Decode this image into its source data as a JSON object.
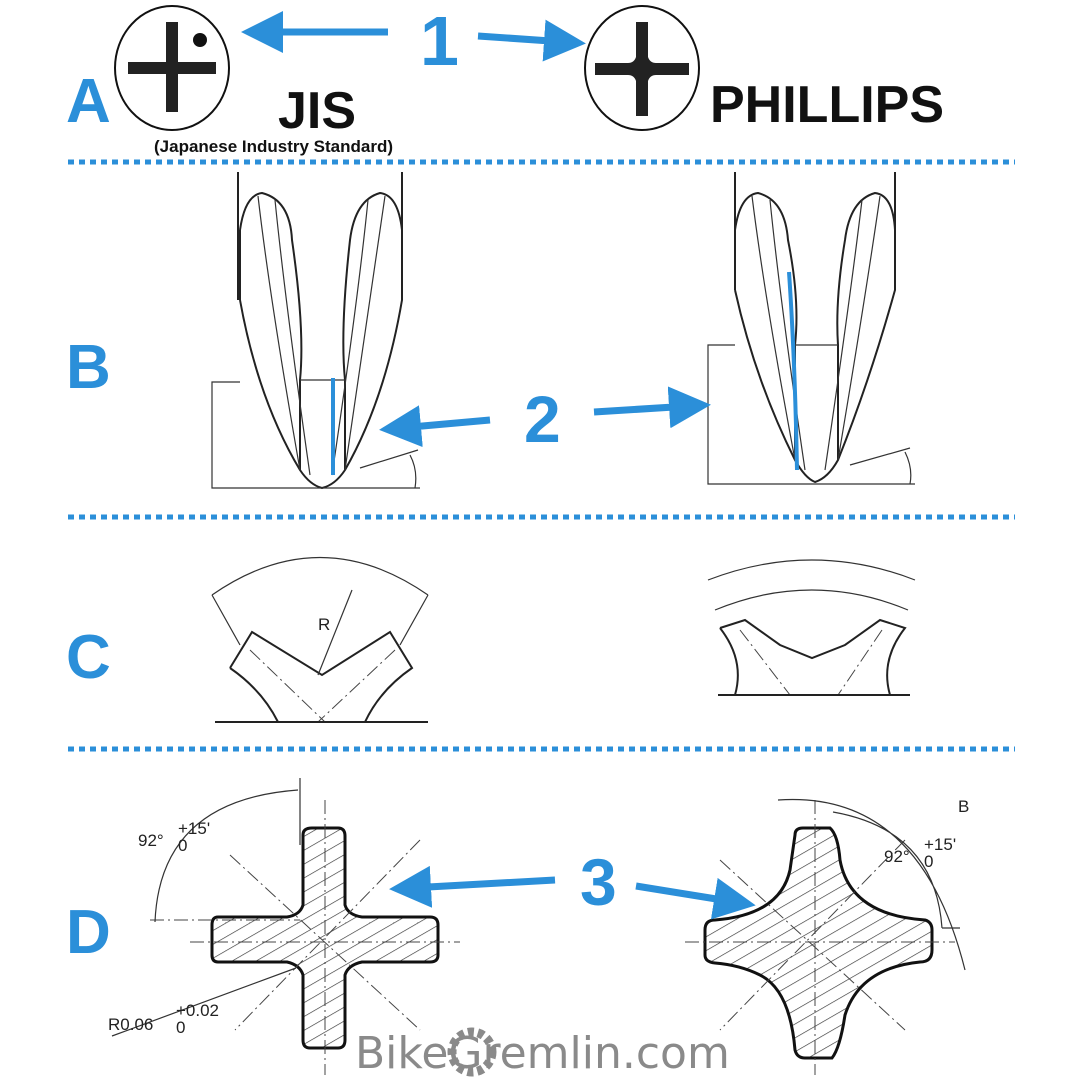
{
  "sections": {
    "a": "A",
    "b": "B",
    "c": "C",
    "d": "D"
  },
  "callouts": {
    "one": "1",
    "two": "2",
    "three": "3"
  },
  "top": {
    "jis_title": "JIS",
    "jis_subtitle": "(Japanese Industry Standard)",
    "phillips_title": "PHILLIPS"
  },
  "dimensions": {
    "jis_angle": "92°",
    "jis_angle_tol_upper": "+15'",
    "jis_angle_tol_lower": "0",
    "jis_radius": "R0.06",
    "jis_radius_tol_upper": "+0.02",
    "jis_radius_tol_lower": "0",
    "phillips_angle": "92°",
    "phillips_angle_tol_upper": "+15'",
    "phillips_angle_tol_lower": "0",
    "phillips_b": "B",
    "c_radius": "R"
  },
  "watermark": "BikeGremlin.com",
  "colors": {
    "accent": "#2b8fd9",
    "ink": "#111111"
  }
}
